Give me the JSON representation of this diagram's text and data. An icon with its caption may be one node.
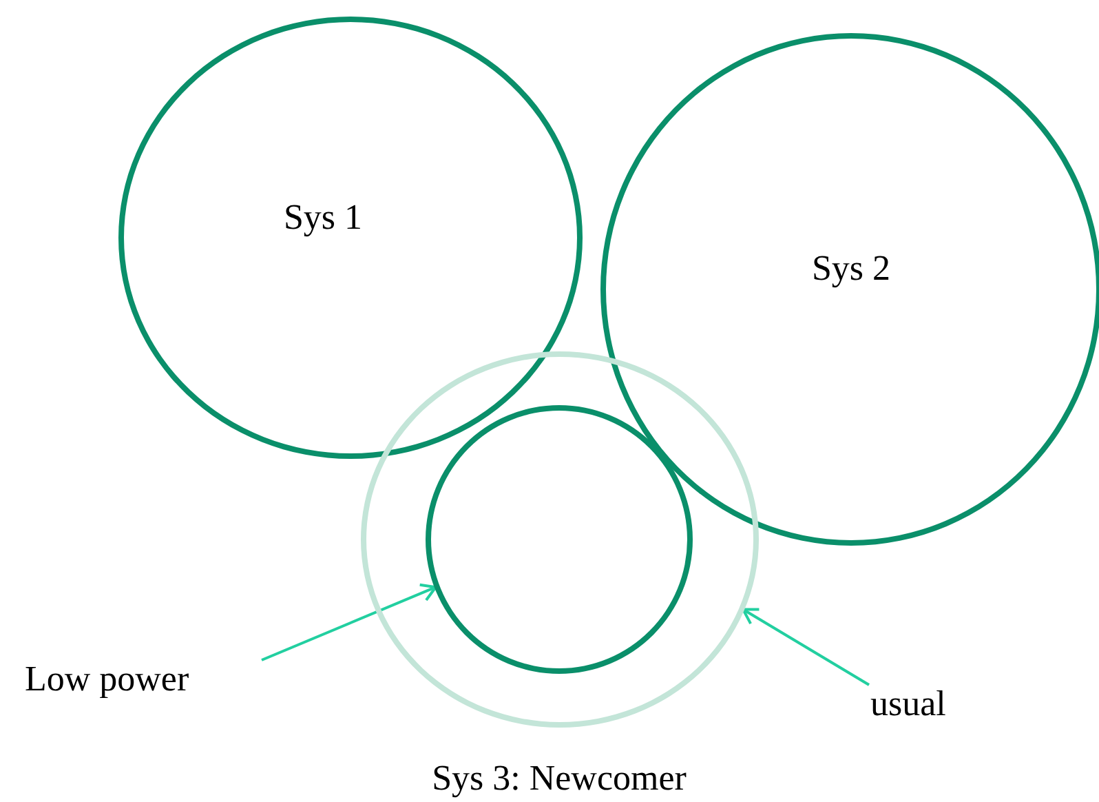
{
  "diagram": {
    "caption": "Sys 3: Newcomer",
    "nodes": [
      {
        "text": [
          "Sys 1"
        ]
      },
      {
        "text": [
          "Sys 2"
        ]
      },
      {
        "text": [],
        "shape": "circle"
      },
      {
        "text": [],
        "shape": "circle",
        "in": 2
      },
      {
        "text": [
          "Low power"
        ]
      },
      {
        "text": [
          "usual"
        ]
      }
    ],
    "edges": [
      {
        "from": 4,
        "to": 3,
        "arrow": "to"
      },
      {
        "from": 5,
        "to": 2,
        "arrow": "to"
      }
    ]
  }
}
